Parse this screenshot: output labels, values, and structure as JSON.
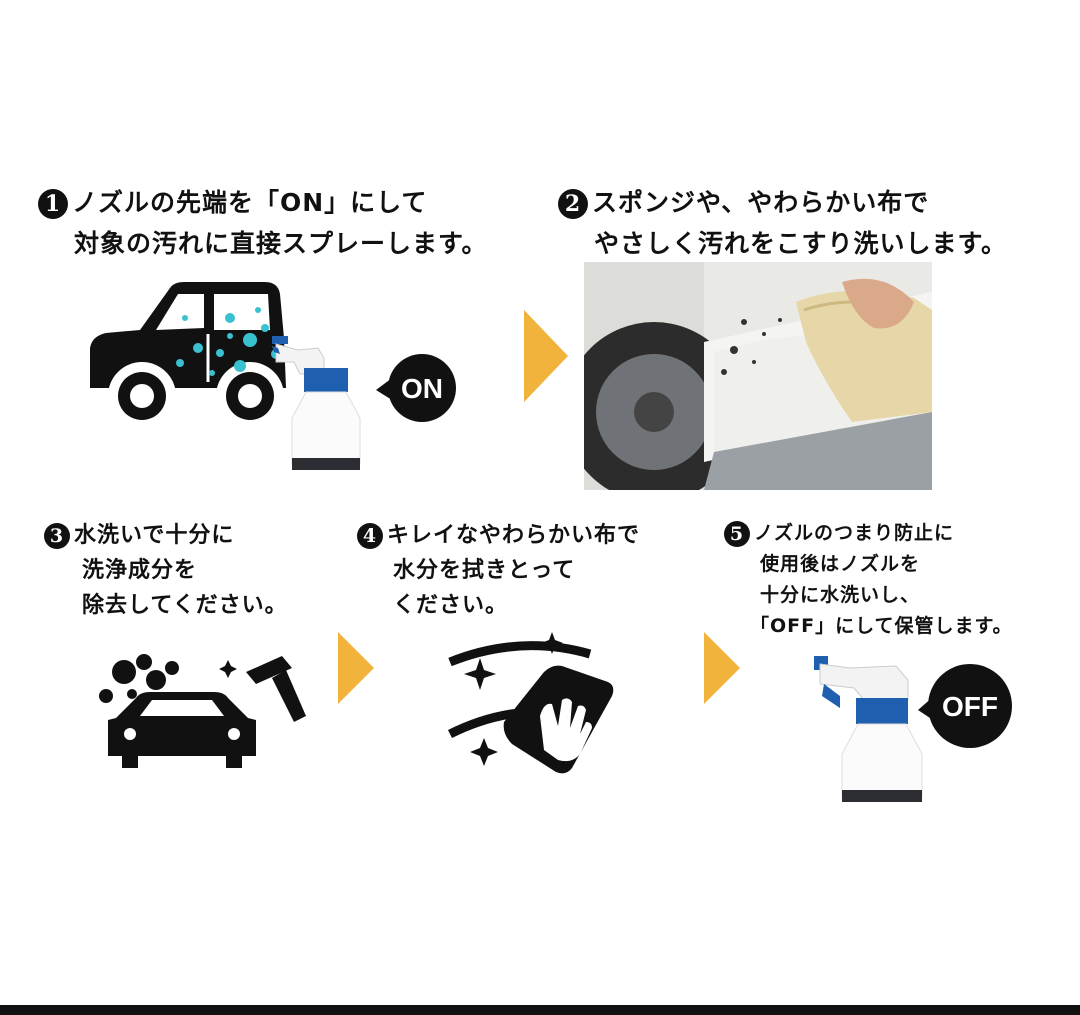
{
  "steps": [
    {
      "number": "1",
      "lines": [
        "ノズルの先端を「ON」にして",
        "対象の汚れに直接スプレーします。"
      ]
    },
    {
      "number": "2",
      "lines": [
        "スポンジや、やわらかい布で",
        "やさしく汚れをこすり洗いします。"
      ]
    },
    {
      "number": "3",
      "lines": [
        "水洗いで十分に",
        "洗浄成分を",
        "除去してください。"
      ]
    },
    {
      "number": "4",
      "lines": [
        "キレイなやわらかい布で",
        "水分を拭きとって",
        "ください。"
      ]
    },
    {
      "number": "5",
      "lines": [
        "ノズルのつまり防止に",
        "使用後はノズルを",
        "十分に水洗いし、",
        "「OFF」にして保管します。"
      ]
    }
  ],
  "bubbles": {
    "on": "ON",
    "off": "OFF"
  },
  "colors": {
    "arrow": "#F2B33D",
    "nozzle_blue": "#1F5FB0",
    "droplet": "#39C1D0",
    "ink": "#111111"
  },
  "icons": [
    "car-spray-illustration",
    "spray-bottle-icon",
    "wiping-cloth-photo",
    "car-wash-icon",
    "wipe-cloth-icon",
    "arrow-right-icon"
  ]
}
